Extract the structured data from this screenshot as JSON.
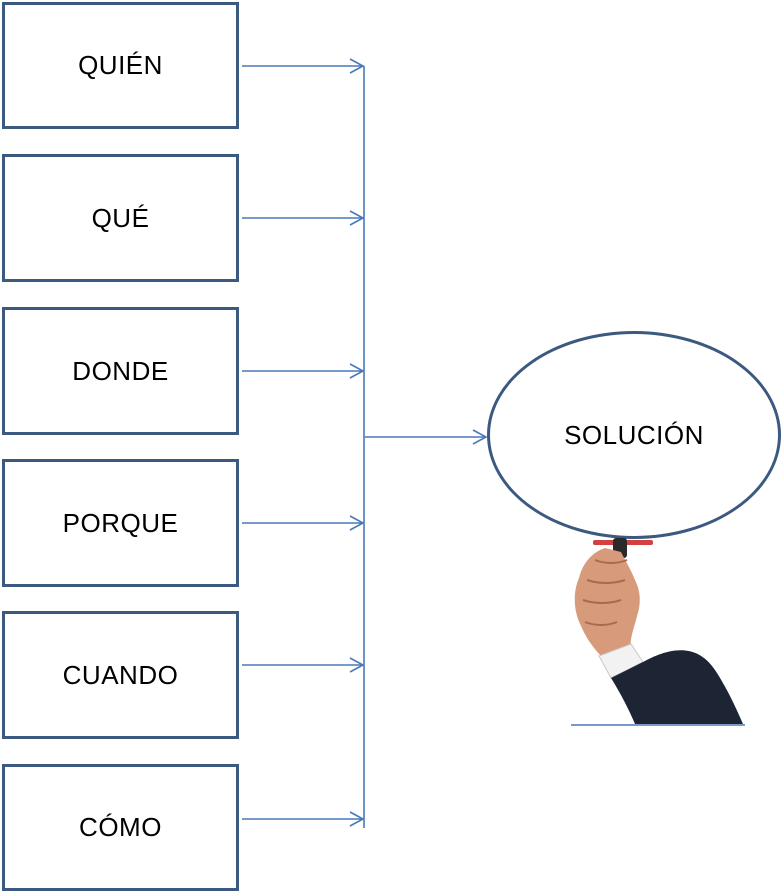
{
  "boxes": [
    {
      "label": "QUIÉN"
    },
    {
      "label": "QUÉ"
    },
    {
      "label": "DONDE"
    },
    {
      "label": "PORQUE"
    },
    {
      "label": "CUANDO"
    },
    {
      "label": "CÓMO"
    }
  ],
  "result": {
    "label": "SOLUCIÓN"
  },
  "colors": {
    "border": "#3c5a80",
    "connector": "#4a79b8"
  },
  "icons": {
    "illustration": "hand-holding-marker-icon"
  }
}
